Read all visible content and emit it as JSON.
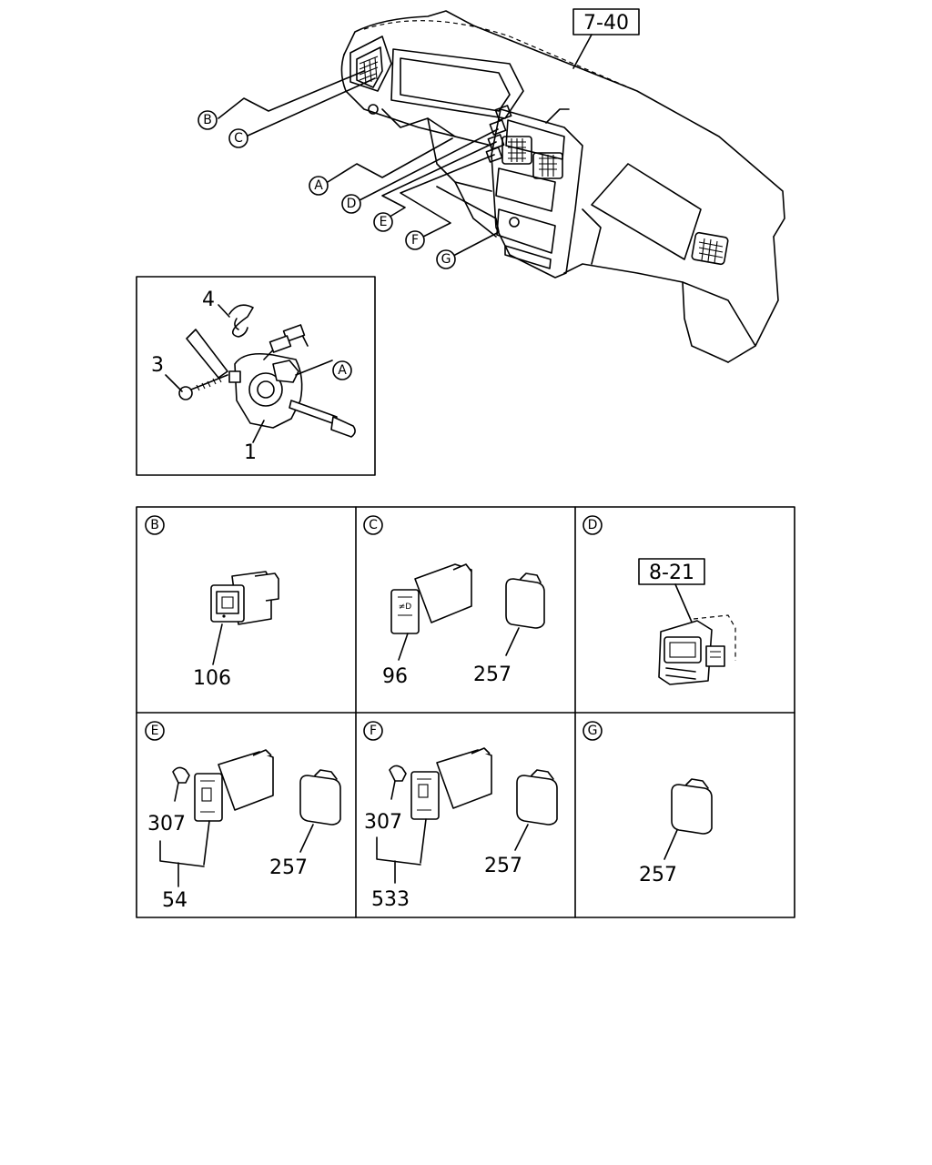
{
  "references": {
    "dashboard_ref": "7-40",
    "switch_ref": "8-21"
  },
  "callouts": {
    "A": "A",
    "B": "B",
    "C": "C",
    "D": "D",
    "E": "E",
    "F": "F",
    "G": "G"
  },
  "detail_inset": {
    "parts": {
      "p4": "4",
      "p3": "3",
      "p1": "1"
    }
  },
  "panels": [
    {
      "id": "B",
      "parts": [
        "106"
      ]
    },
    {
      "id": "C",
      "parts": [
        "96",
        "257"
      ]
    },
    {
      "id": "D",
      "parts": []
    },
    {
      "id": "E",
      "parts": [
        "307",
        "54",
        "257"
      ]
    },
    {
      "id": "F",
      "parts": [
        "307",
        "533",
        "257"
      ]
    },
    {
      "id": "G",
      "parts": [
        "257"
      ]
    }
  ]
}
